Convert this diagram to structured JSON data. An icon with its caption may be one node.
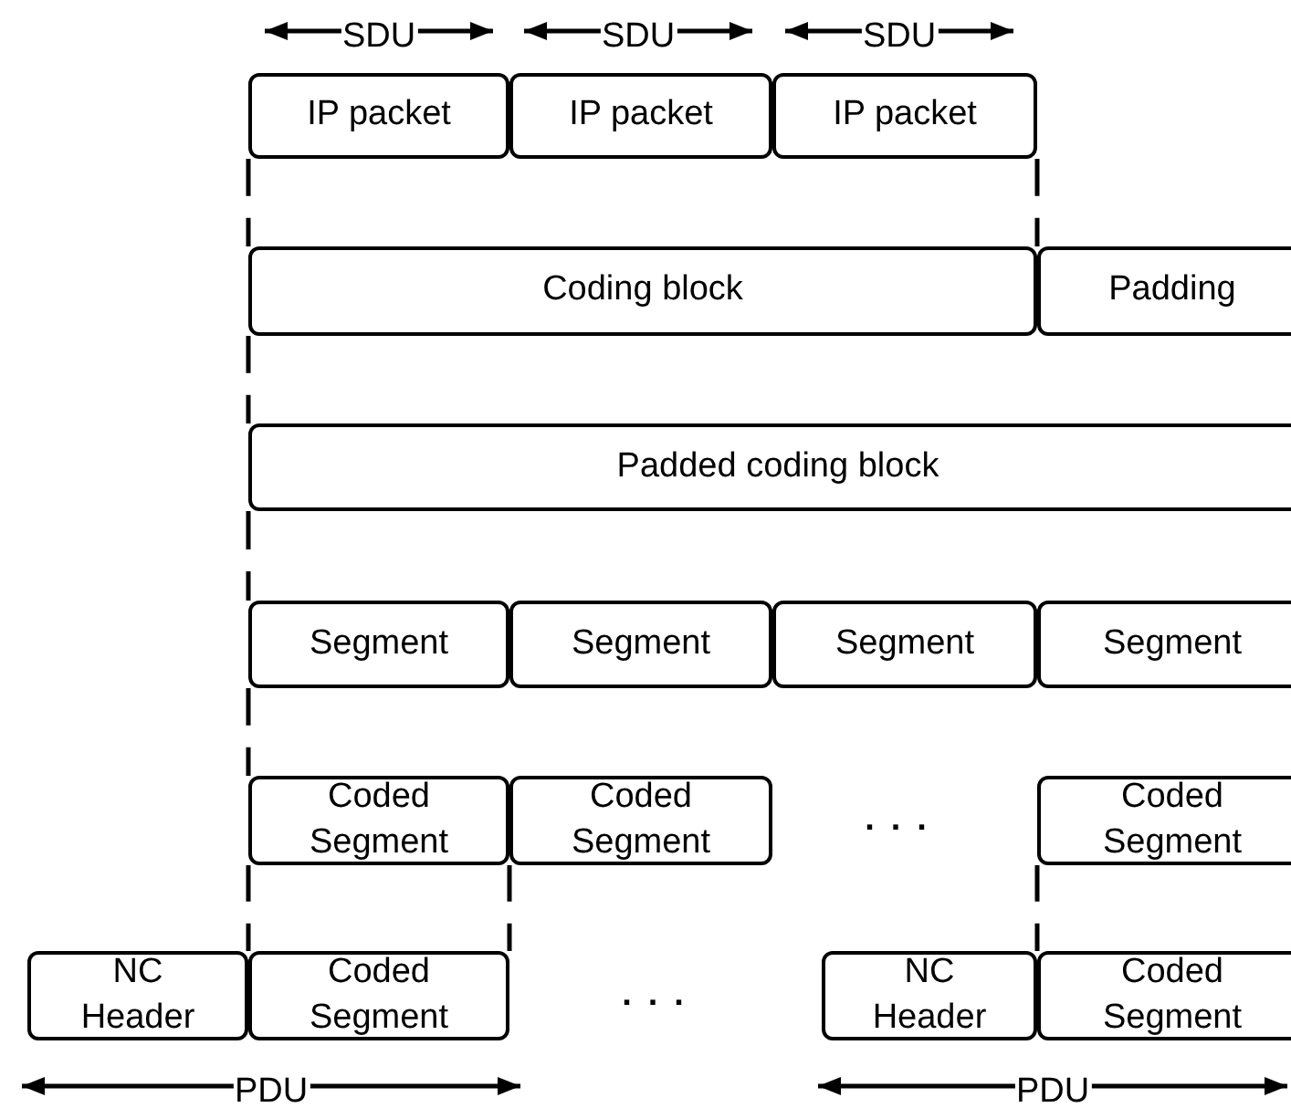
{
  "diagram": {
    "nodes": [
      {
        "text": [
          "IP packet"
        ]
      },
      {
        "text": [
          "IP packet"
        ]
      },
      {
        "text": [
          "IP packet"
        ]
      },
      {
        "text": [
          "Coding block"
        ]
      },
      {
        "text": [
          "Padding"
        ]
      },
      {
        "text": [
          "Padded coding block"
        ]
      },
      {
        "text": [
          "Segment"
        ]
      },
      {
        "text": [
          "Segment"
        ]
      },
      {
        "text": [
          "Segment"
        ]
      },
      {
        "text": [
          "Segment"
        ]
      },
      {
        "text": [
          "Coded Segment"
        ]
      },
      {
        "text": [
          "Coded Segment"
        ]
      },
      {
        "text": [
          "Coded Segment"
        ]
      },
      {
        "text": [
          "NC Header"
        ]
      },
      {
        "text": [
          "Coded Segment"
        ]
      },
      {
        "text": [
          "NC Header"
        ]
      },
      {
        "text": [
          "Coded Segment"
        ]
      }
    ],
    "labels": [
      "SDU",
      "SDU",
      "SDU",
      "...",
      "...",
      "PDU",
      "PDU"
    ]
  }
}
